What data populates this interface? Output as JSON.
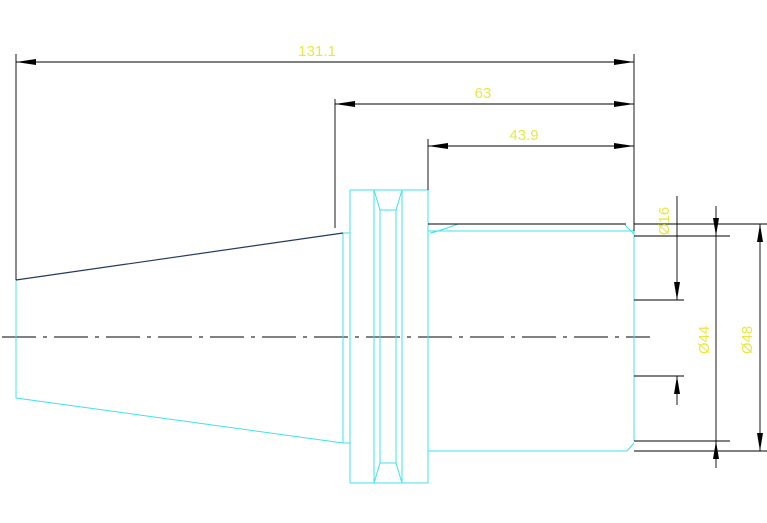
{
  "dimensions": {
    "overall_length": "131.1",
    "length_63": "63",
    "length_43_9": "43.9",
    "dia_16": "Ø16",
    "dia_44": "Ø44",
    "dia_48": "Ø48"
  },
  "colors": {
    "background": "#ffffff",
    "dimension_text": "#e8e845",
    "outline": "#3fe3e8",
    "taper_edge": "#243a5e",
    "dimension_lines": "#000000"
  }
}
